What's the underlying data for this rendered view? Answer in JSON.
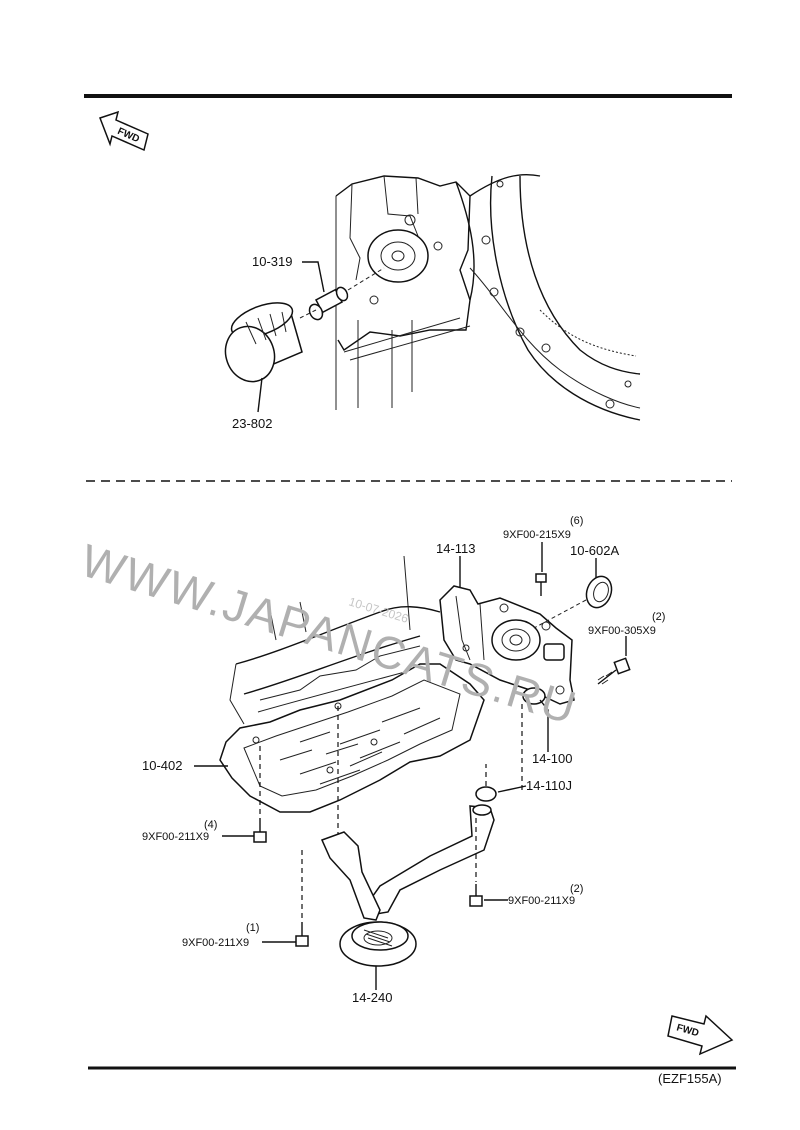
{
  "fwd_top": "FWD",
  "fwd_bottom": "FWD",
  "watermark": "WWW.JAPANCATS.RU",
  "watermark_date": "10-07-2026",
  "figure_code": "(EZF155A)",
  "labels": {
    "p10_319": "10-319",
    "p23_802": "23-802",
    "p14_113": "14-113",
    "p9xf00_215x9": "9XF00-215X9",
    "q6": "(6)",
    "p10_602a": "10-602A",
    "p9xf00_305x9": "9XF00-305X9",
    "q2a": "(2)",
    "p10_402": "10-402",
    "p14_100": "14-100",
    "p14_110j": "14-110J",
    "p9xf00_211x9_4": "9XF00-211X9",
    "q4": "(4)",
    "p9xf00_211x9_2": "9XF00-211X9",
    "q2b": "(2)",
    "p9xf00_211x9_1": "9XF00-211X9",
    "q1": "(1)",
    "p14_240": "14-240"
  }
}
